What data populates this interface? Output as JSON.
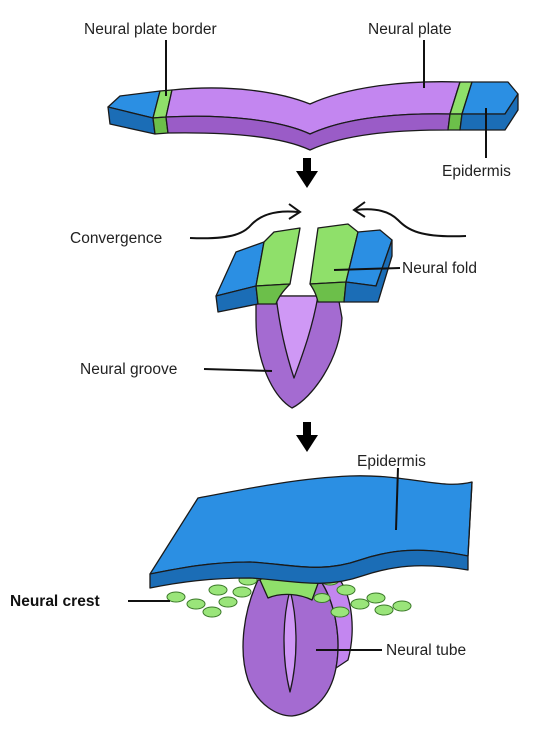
{
  "labels": {
    "neural_plate_border": "Neural plate border",
    "neural_plate": "Neural plate",
    "epidermis_top": "Epidermis",
    "convergence": "Convergence",
    "neural_fold": "Neural fold",
    "neural_groove": "Neural groove",
    "epidermis_bottom": "Epidermis",
    "neural_crest": "Neural crest",
    "neural_tube": "Neural tube"
  },
  "colors": {
    "epidermis": "#2b8fe3",
    "epidermis_side": "#1b6db6",
    "neural_plate": "#c386f0",
    "neural_plate_side": "#9a5cc7",
    "neural_plate_border": "#8fe06a",
    "neural_plate_border_side": "#6cbf4a",
    "neural_tube": "#a46bd1",
    "neural_tube_lumen": "#cf98f5",
    "neural_crest_cells": "#9ae57a",
    "arrow": "#000000"
  }
}
